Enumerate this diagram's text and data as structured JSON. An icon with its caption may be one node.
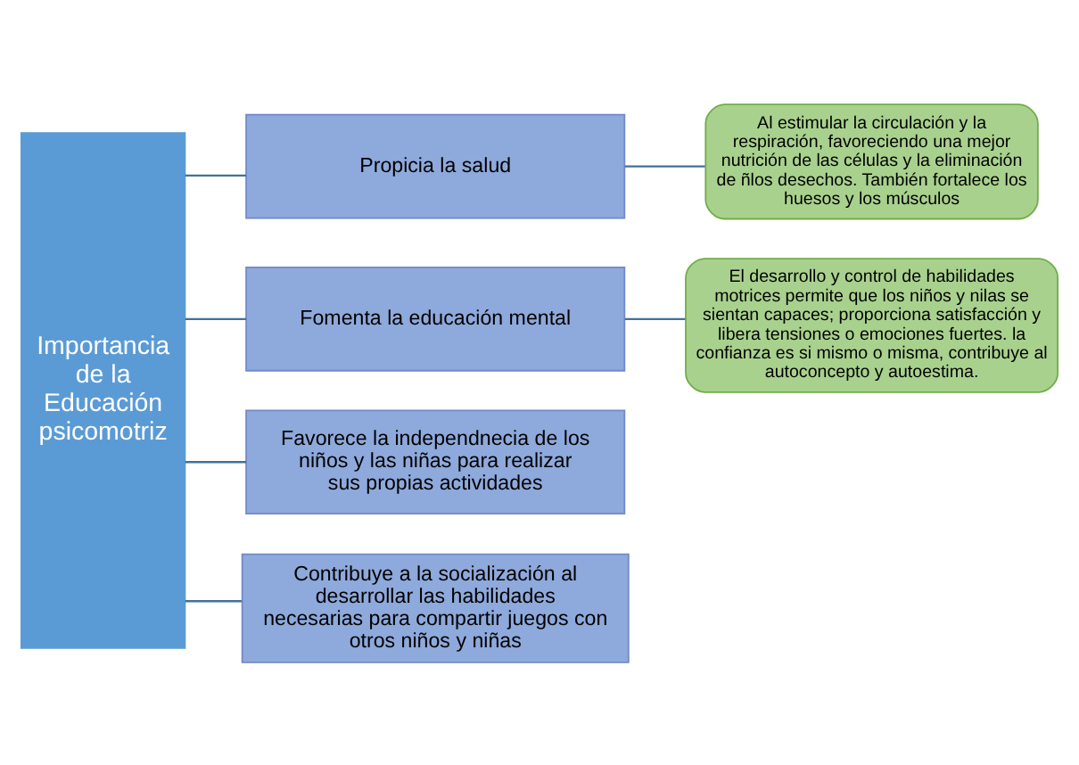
{
  "diagram": {
    "nodes": [
      {
        "text": [
          "Importancia de la Educación psicomotriz"
        ]
      },
      {
        "text": [
          "Propicia la salud"
        ]
      },
      {
        "text": [
          "Fomenta la educación mental"
        ]
      },
      {
        "text": [
          "Favorece la independnecia de los niños y las niñas para realizar sus propias actividades"
        ]
      },
      {
        "text": [
          "Contribuye a la socialización al desarrollar las habilidades necesarias para compartir juegos con otros niños y niñas"
        ]
      },
      {
        "text": [
          "Al estimular la circulación y la respiración, favoreciendo una mejor nutrición de las células y la eliminación de ñlos desechos. También fortalece los huesos y los músculos"
        ]
      },
      {
        "text": [
          "El desarrollo y control de habilidades motrices permite que los niños y nilas se sientan capaces; proporciona satisfacción y libera tensiones o emociones fuertes. la confianza es si mismo o misma, contribuye al autoconcepto y autoestima."
        ]
      }
    ],
    "edges": [
      {
        "from": 0,
        "to": 1,
        "arrow": "none"
      },
      {
        "from": 0,
        "to": 2,
        "arrow": "none"
      },
      {
        "from": 0,
        "to": 3,
        "arrow": "none"
      },
      {
        "from": 0,
        "to": 4,
        "arrow": "none"
      },
      {
        "from": 1,
        "to": 5,
        "arrow": "none"
      },
      {
        "from": 2,
        "to": 6,
        "arrow": "none"
      }
    ]
  }
}
